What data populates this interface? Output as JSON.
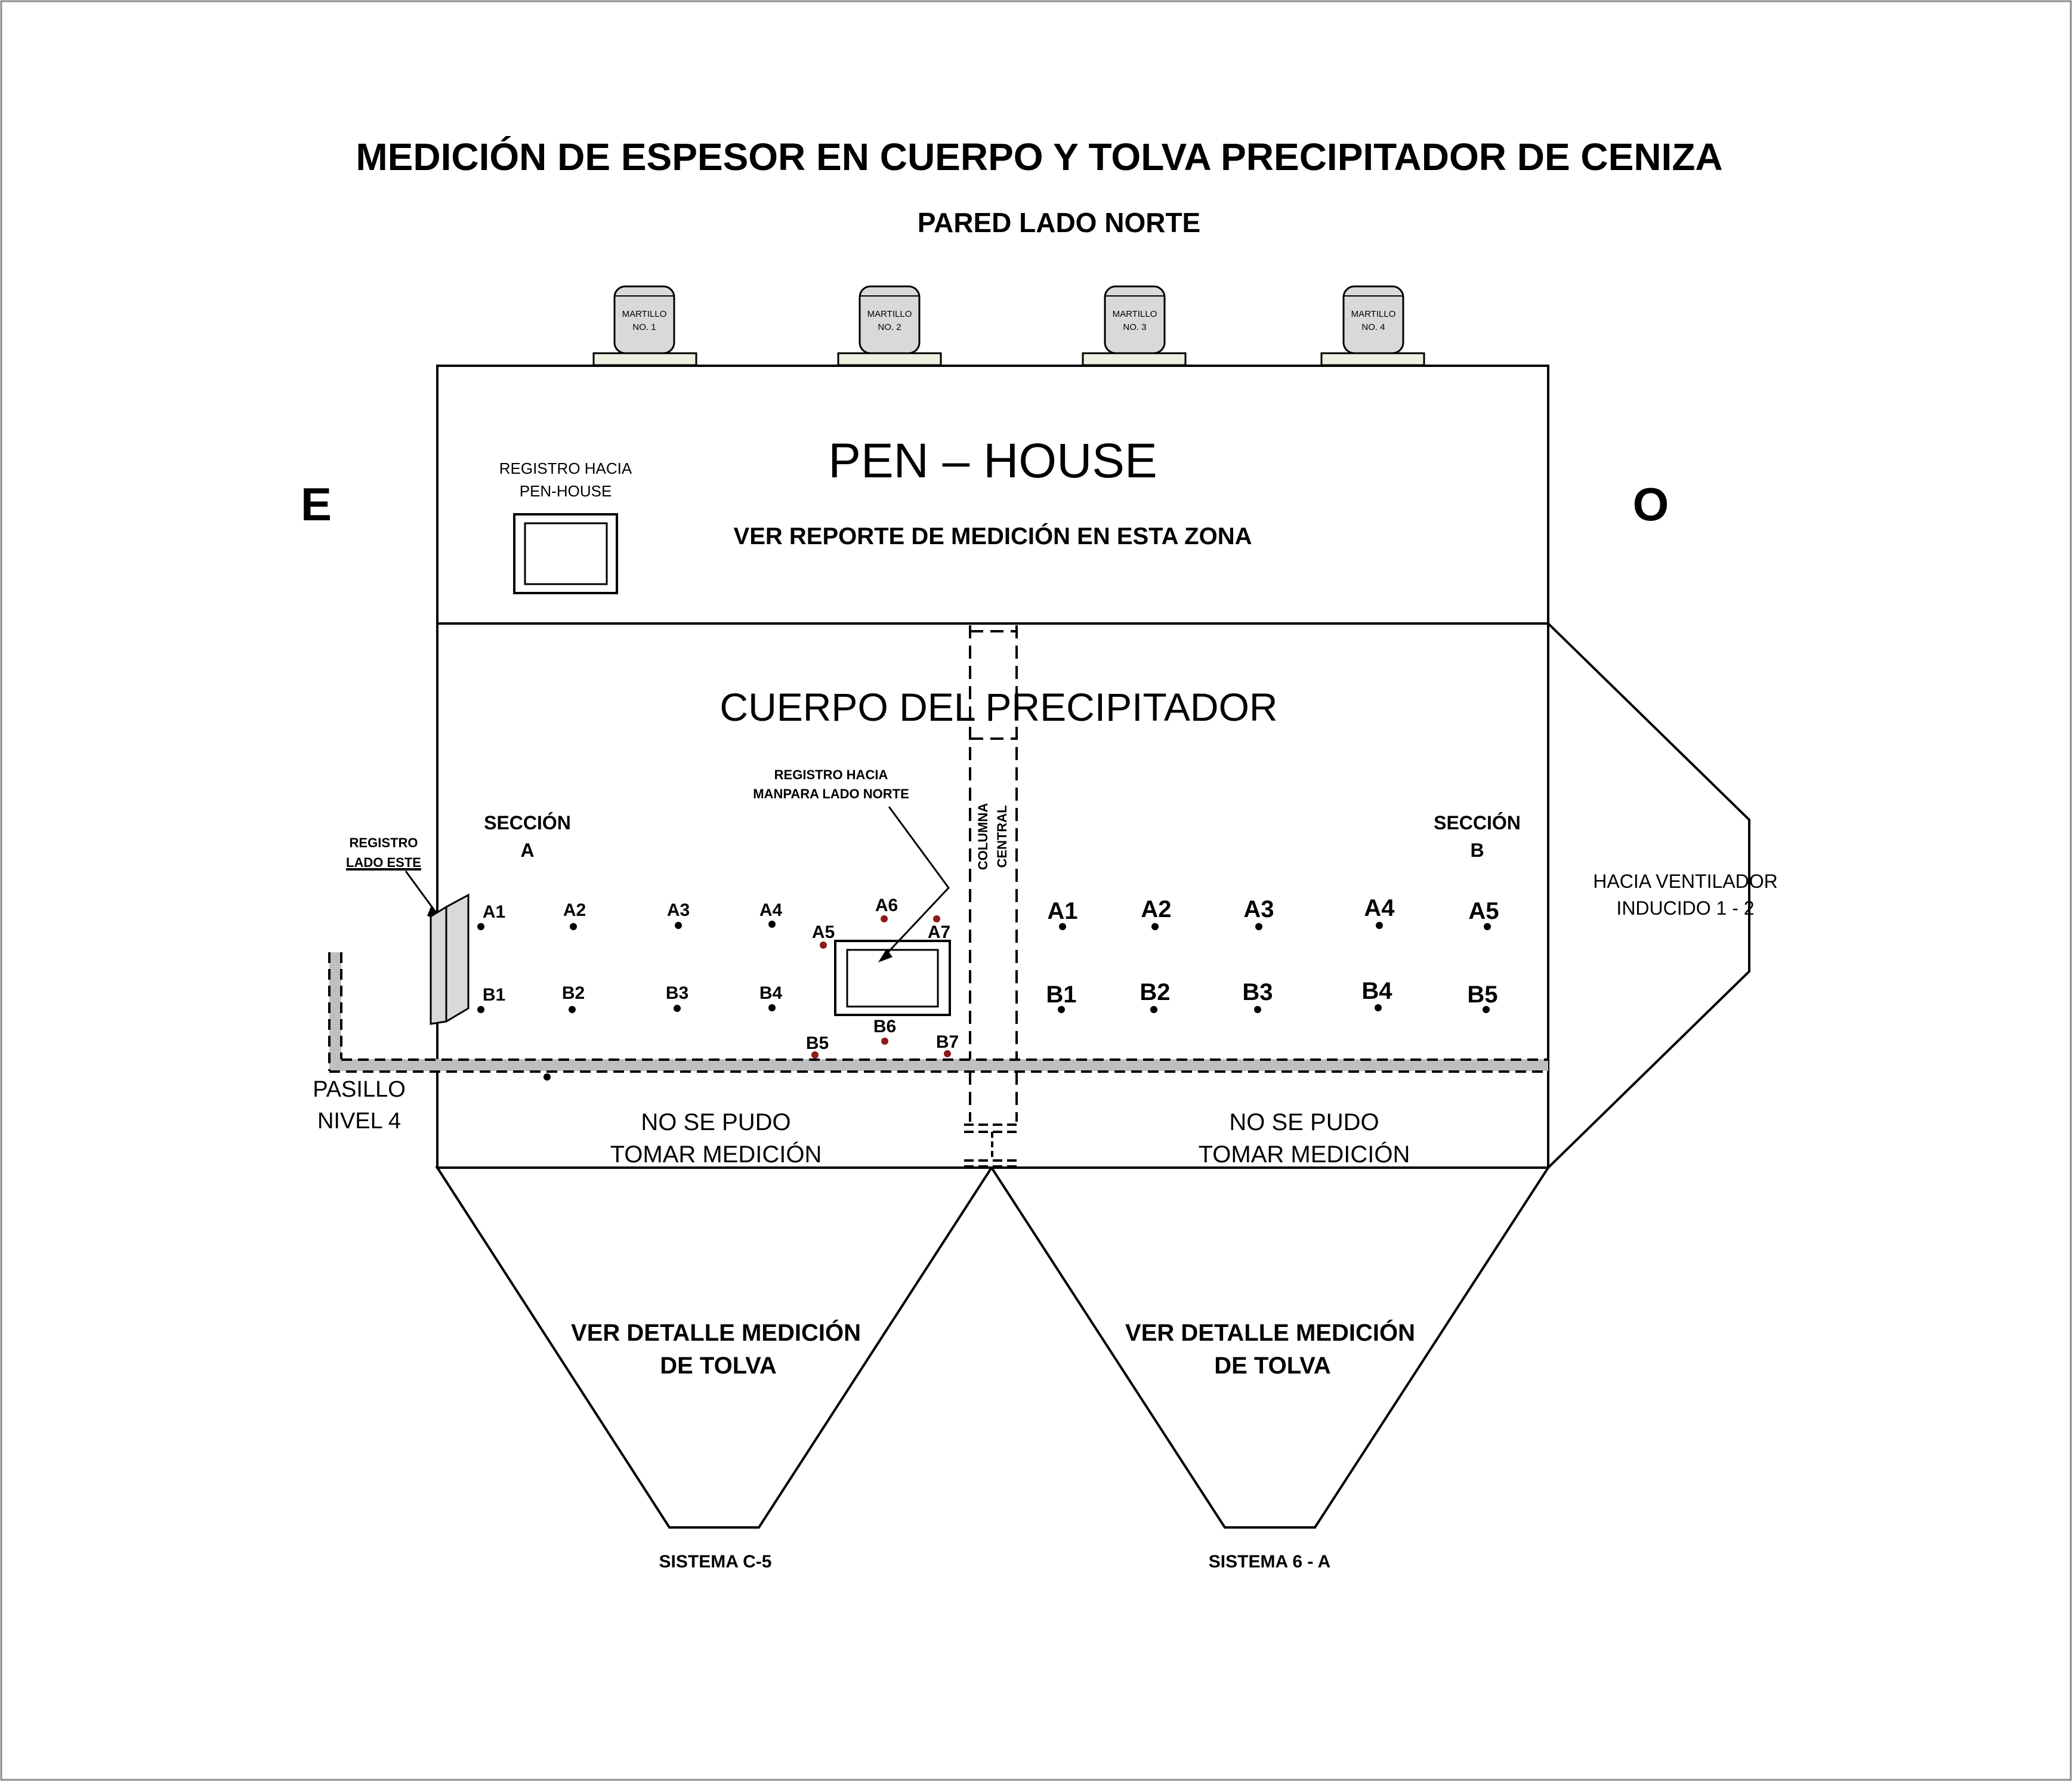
{
  "title": "MEDICIÓN DE ESPESOR EN CUERPO Y TOLVA PRECIPITADOR DE CENIZA",
  "subtitle": "PARED LADO NORTE",
  "orientation": {
    "left": "E",
    "right": "O"
  },
  "hammers": [
    {
      "line1": "MARTILLO",
      "line2": "NO. 1"
    },
    {
      "line1": "MARTILLO",
      "line2": "NO. 2"
    },
    {
      "line1": "MARTILLO",
      "line2": "NO. 3"
    },
    {
      "line1": "MARTILLO",
      "line2": "NO. 4"
    }
  ],
  "pen_house": {
    "title": "PEN – HOUSE",
    "note": "VER REPORTE DE MEDICIÓN EN ESTA ZONA",
    "registro_line1": "REGISTRO HACIA",
    "registro_line2": "PEN-HOUSE"
  },
  "body": {
    "title": "CUERPO DEL PRECIPITADOR",
    "column_line1": "COLUMNA",
    "column_line2": "CENTRAL",
    "section_a_line1": "SECCIÓN",
    "section_a_line2": "A",
    "section_b_line1": "SECCIÓN",
    "section_b_line2": "B",
    "registro_este_line1": "REGISTRO",
    "registro_este_line2": "LADO ESTE",
    "registro_manpara_line1": "REGISTRO HACIA",
    "registro_manpara_line2": "MANPARA LADO NORTE",
    "no_measure_left_line1": "NO SE PUDO",
    "no_measure_left_line2": "TOMAR MEDICIÓN",
    "no_measure_right_line1": "NO SE PUDO",
    "no_measure_right_line2": "TOMAR MEDICIÓN",
    "pasillo_line1": "PASILLO",
    "pasillo_line2": "NIVEL 4",
    "ventilador_line1": "HACIA VENTILADOR",
    "ventilador_line2": "INDUCIDO 1 - 2"
  },
  "points_a": [
    "A1",
    "A2",
    "A3",
    "A4",
    "B1",
    "B2",
    "B3",
    "B4",
    "A5",
    "A6",
    "A7",
    "B5",
    "B6",
    "B7"
  ],
  "points_b": [
    "A1",
    "A2",
    "A3",
    "A4",
    "A5",
    "B1",
    "B2",
    "B3",
    "B4",
    "B5"
  ],
  "hoppers": [
    {
      "line1": "VER DETALLE  MEDICIÓN",
      "line2": "DE TOLVA",
      "system": "SISTEMA C-5"
    },
    {
      "line1": "VER DETALLE  MEDICIÓN",
      "line2": "DE TOLVA",
      "system": "SISTEMA 6 - A"
    }
  ],
  "colors": {
    "line": "#000000",
    "hammer_body": "#d9d9d9",
    "hammer_base": "#ebf1de",
    "point_red": "#8b1a1a",
    "walkway": "#bfbfbf",
    "panel": "#d9d9d9"
  }
}
